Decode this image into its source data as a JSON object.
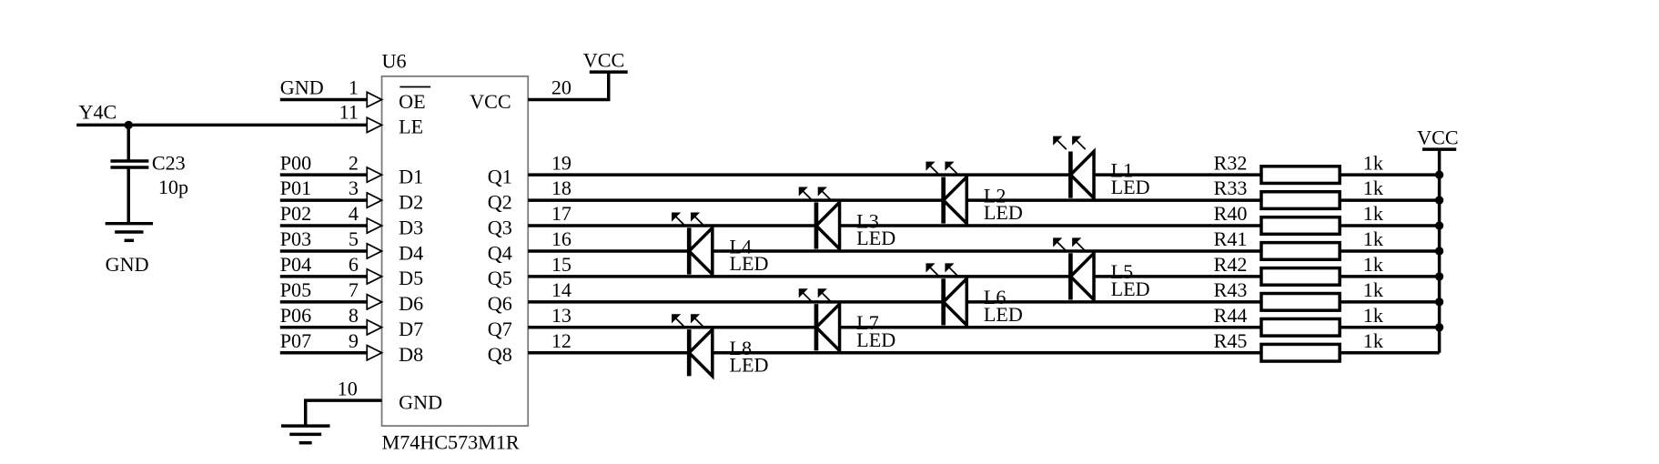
{
  "chip": {
    "ref": "U6",
    "part": "M74HC573M1R",
    "oe_pin": {
      "net": "GND",
      "num": "1",
      "name": "OE"
    },
    "le_pin": {
      "net": "Y4C",
      "num": "11",
      "name": "LE"
    },
    "vcc_pin": {
      "net": "VCC",
      "num": "20",
      "name": "VCC"
    },
    "gnd_pin": {
      "num": "10",
      "name": "GND"
    },
    "inputs": [
      {
        "net": "P00",
        "num": "2",
        "name": "D1"
      },
      {
        "net": "P01",
        "num": "3",
        "name": "D2"
      },
      {
        "net": "P02",
        "num": "4",
        "name": "D3"
      },
      {
        "net": "P03",
        "num": "5",
        "name": "D4"
      },
      {
        "net": "P04",
        "num": "6",
        "name": "D5"
      },
      {
        "net": "P05",
        "num": "7",
        "name": "D6"
      },
      {
        "net": "P06",
        "num": "8",
        "name": "D7"
      },
      {
        "net": "P07",
        "num": "9",
        "name": "D8"
      }
    ],
    "outputs": [
      {
        "name": "Q1",
        "num": "19"
      },
      {
        "name": "Q2",
        "num": "18"
      },
      {
        "name": "Q3",
        "num": "17"
      },
      {
        "name": "Q4",
        "num": "16"
      },
      {
        "name": "Q5",
        "num": "15"
      },
      {
        "name": "Q6",
        "num": "14"
      },
      {
        "name": "Q7",
        "num": "13"
      },
      {
        "name": "Q8",
        "num": "12"
      }
    ]
  },
  "capacitor": {
    "ref": "C23",
    "value": "10p",
    "ground_label": "GND"
  },
  "leds": [
    {
      "ref": "L1",
      "type": "LED",
      "column": 3
    },
    {
      "ref": "L2",
      "type": "LED",
      "column": 2
    },
    {
      "ref": "L3",
      "type": "LED",
      "column": 1
    },
    {
      "ref": "L4",
      "type": "LED",
      "column": 0
    },
    {
      "ref": "L5",
      "type": "LED",
      "column": 3
    },
    {
      "ref": "L6",
      "type": "LED",
      "column": 2
    },
    {
      "ref": "L7",
      "type": "LED",
      "column": 1
    },
    {
      "ref": "L8",
      "type": "LED",
      "column": 0
    }
  ],
  "resistors": [
    {
      "ref": "R32",
      "value": "1k"
    },
    {
      "ref": "R33",
      "value": "1k"
    },
    {
      "ref": "R40",
      "value": "1k"
    },
    {
      "ref": "R41",
      "value": "1k"
    },
    {
      "ref": "R42",
      "value": "1k"
    },
    {
      "ref": "R43",
      "value": "1k"
    },
    {
      "ref": "R44",
      "value": "1k"
    },
    {
      "ref": "R45",
      "value": "1k"
    }
  ],
  "vcc_rail_label": "VCC"
}
